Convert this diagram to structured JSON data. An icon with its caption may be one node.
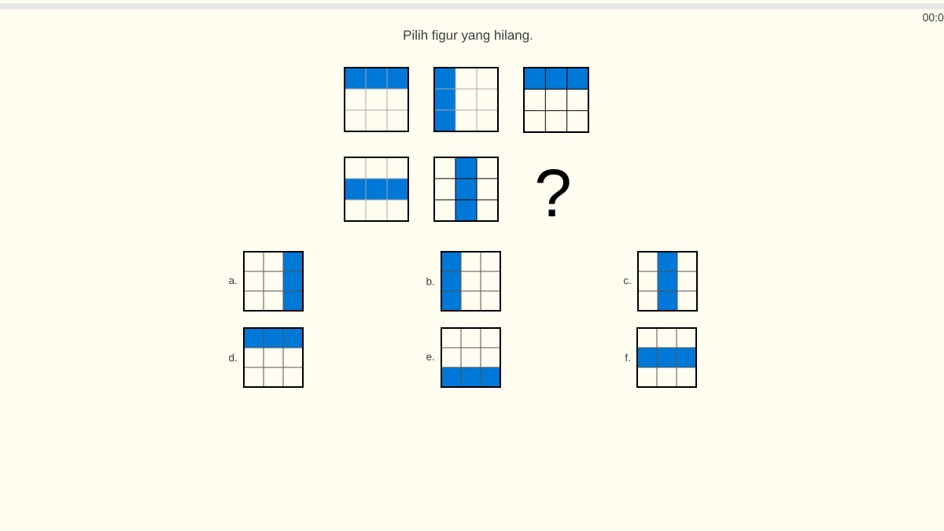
{
  "diagram": {
    "title": "Pilih figur yang hilang.",
    "nodes": [
      {
        "text": [],
        "shape": "box"
      },
      {
        "text": [],
        "shape": "box"
      },
      {
        "text": [],
        "shape": "box"
      },
      {
        "text": [],
        "shape": "box"
      },
      {
        "text": [],
        "shape": "box"
      },
      {
        "text": [],
        "shape": "box",
        "beside": [
          "a."
        ]
      },
      {
        "text": [],
        "shape": "box",
        "beside": [
          "b."
        ]
      },
      {
        "text": [],
        "shape": "box",
        "beside": [
          "c."
        ]
      },
      {
        "text": [],
        "shape": "box",
        "beside": [
          "d."
        ]
      },
      {
        "text": [],
        "shape": "box",
        "beside": [
          "e."
        ]
      },
      {
        "text": [],
        "shape": "box",
        "beside": [
          "f."
        ]
      }
    ],
    "labels": [
      "00:0",
      "?"
    ]
  }
}
